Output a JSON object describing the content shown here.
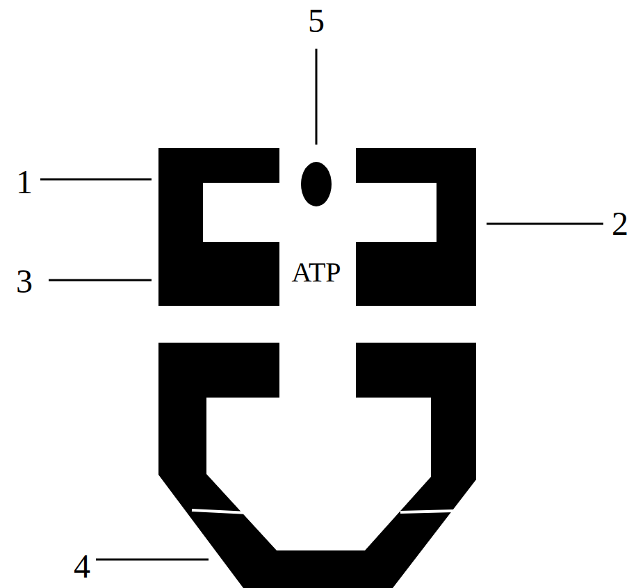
{
  "diagram": {
    "labels": [
      "5",
      "1",
      "2",
      "3",
      "ATP",
      "4"
    ]
  }
}
